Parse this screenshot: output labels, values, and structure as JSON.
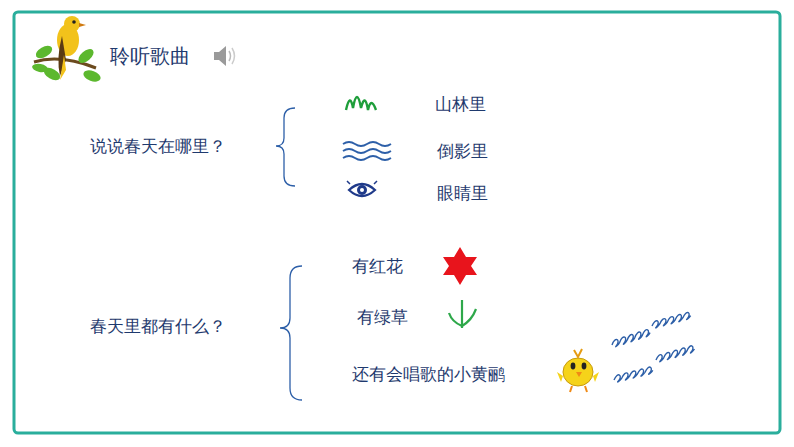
{
  "diagram": {
    "title": "聆听歌曲",
    "labels": [
      "说说春天在哪里？",
      "山林里",
      "倒影里",
      "眼睛里",
      "春天里都有什么？",
      "有红花",
      "有绿草",
      "还有会唱歌的小黄鹂"
    ]
  }
}
